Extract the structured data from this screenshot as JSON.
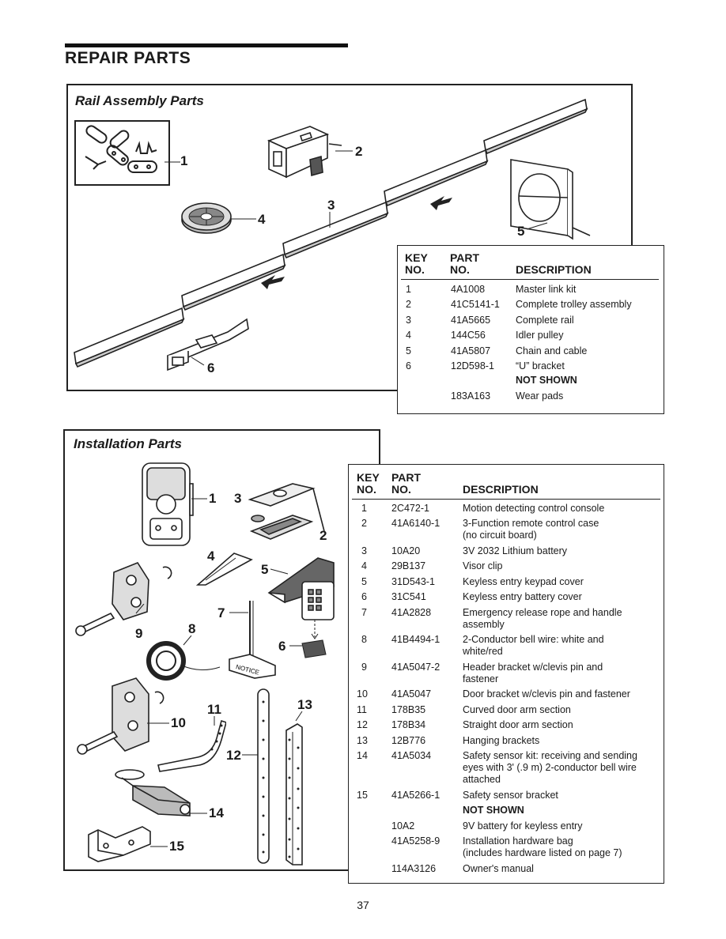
{
  "page_title": "REPAIR PARTS",
  "page_number": "37",
  "rail": {
    "title": "Rail Assembly Parts",
    "callouts": [
      "1",
      "2",
      "3",
      "4",
      "5",
      "6"
    ],
    "header": {
      "key1": "KEY",
      "key2": "NO.",
      "part1": "PART",
      "part2": "NO.",
      "desc": "DESCRIPTION"
    },
    "rows": [
      {
        "key": "1",
        "part": "4A1008",
        "desc": "Master link kit"
      },
      {
        "key": "2",
        "part": "41C5141-1",
        "desc": "Complete trolley assembly"
      },
      {
        "key": "3",
        "part": "41A5665",
        "desc": "Complete rail"
      },
      {
        "key": "4",
        "part": "144C56",
        "desc": "Idler pulley"
      },
      {
        "key": "5",
        "part": "41A5807",
        "desc": "Chain and cable"
      },
      {
        "key": "6",
        "part": "12D598-1",
        "desc": "“U” bracket"
      }
    ],
    "not_shown_label": "NOT SHOWN",
    "not_shown": [
      {
        "part": "183A163",
        "desc": "Wear pads"
      }
    ]
  },
  "install": {
    "title": "Installation Parts",
    "callouts": [
      "1",
      "2",
      "3",
      "4",
      "5",
      "6",
      "7",
      "8",
      "9",
      "10",
      "11",
      "12",
      "13",
      "14",
      "15"
    ],
    "header": {
      "key1": "KEY",
      "key2": "NO.",
      "part1": "PART",
      "part2": "NO.",
      "desc": "DESCRIPTION"
    },
    "rows": [
      {
        "key": "1",
        "part": "2C472-1",
        "desc": "Motion detecting control console"
      },
      {
        "key": "2",
        "part": "41A6140-1",
        "desc": "3-Function remote control case",
        "desc2": "(no circuit board)"
      },
      {
        "key": "3",
        "part": "10A20",
        "desc": "3V 2032 Lithium battery"
      },
      {
        "key": "4",
        "part": "29B137",
        "desc": "Visor clip"
      },
      {
        "key": "5",
        "part": "31D543-1",
        "desc": "Keyless entry keypad cover"
      },
      {
        "key": "6",
        "part": "31C541",
        "desc": "Keyless entry battery cover"
      },
      {
        "key": "7",
        "part": "41A2828",
        "desc": "Emergency release rope and handle",
        "desc2": "assembly"
      },
      {
        "key": "8",
        "part": "41B4494-1",
        "desc": "2-Conductor bell wire: white and",
        "desc2": "white/red"
      },
      {
        "key": "9",
        "part": "41A5047-2",
        "desc": "Header bracket w/clevis pin and",
        "desc2": "fastener"
      },
      {
        "key": "10",
        "part": "41A5047",
        "desc": "Door bracket w/clevis pin and fastener"
      },
      {
        "key": "11",
        "part": "178B35",
        "desc": "Curved door arm section"
      },
      {
        "key": "12",
        "part": "178B34",
        "desc": "Straight door arm section"
      },
      {
        "key": "13",
        "part": "12B776",
        "desc": "Hanging brackets"
      },
      {
        "key": "14",
        "part": "41A5034",
        "desc": "Safety sensor kit: receiving and sending",
        "desc2": "eyes with 3' (.9 m) 2-conductor bell wire",
        "desc3": "attached"
      },
      {
        "key": "15",
        "part": "41A5266-1",
        "desc": "Safety sensor bracket"
      }
    ],
    "not_shown_label": "NOT SHOWN",
    "not_shown": [
      {
        "part": "10A2",
        "desc": "9V battery for keyless entry"
      },
      {
        "part": "41A5258-9",
        "desc": "Installation hardware bag",
        "desc2": "(includes hardware listed on page 7)"
      },
      {
        "part": "114A3126",
        "desc": "Owner's manual"
      }
    ]
  }
}
